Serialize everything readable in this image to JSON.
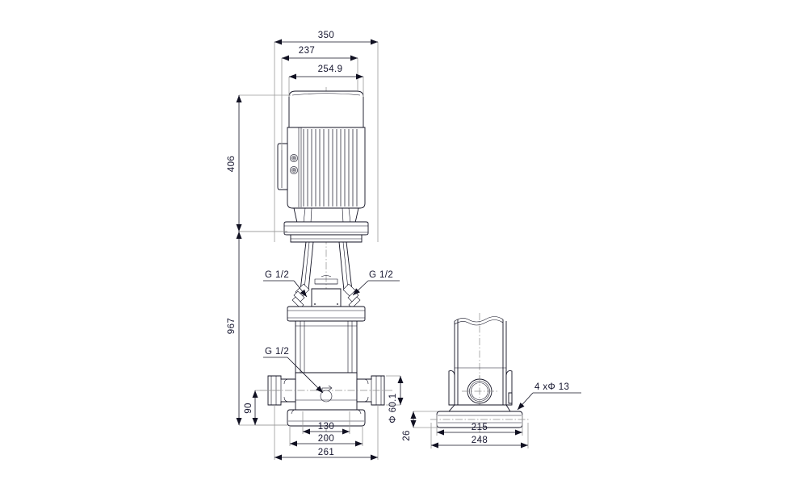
{
  "document": {
    "type": "engineering-dimensional-drawing",
    "subject": "Vertical multistage centrifugal pump",
    "background_color": "#ffffff",
    "line_color": "#111122",
    "text_color": "#15152e",
    "extension_line_color": "#9a9a9a",
    "centerline_color": "#8d8d8d"
  },
  "views": {
    "front": {
      "name": "front-elevation-view",
      "description": "Front elevation of vertical multistage pump with motor, motor stool, chamber stack and base"
    },
    "side": {
      "name": "side-elevation-view",
      "description": "Side elevation of pump base and lower chamber with flange port"
    }
  },
  "dimensions": {
    "front_top": [
      {
        "id": "d350",
        "label": "350",
        "orientation": "horizontal"
      },
      {
        "id": "d237",
        "label": "237",
        "orientation": "horizontal"
      },
      {
        "id": "d254_9",
        "label": "254.9",
        "orientation": "horizontal"
      }
    ],
    "front_vertical": [
      {
        "id": "d406",
        "label": "406",
        "orientation": "vertical"
      },
      {
        "id": "d967",
        "label": "967",
        "orientation": "vertical"
      },
      {
        "id": "d90",
        "label": "90",
        "orientation": "vertical"
      },
      {
        "id": "d60_1",
        "label": "Φ 60.1",
        "orientation": "vertical"
      }
    ],
    "front_bottom": [
      {
        "id": "d130",
        "label": "130",
        "orientation": "horizontal"
      },
      {
        "id": "d200",
        "label": "200",
        "orientation": "horizontal"
      },
      {
        "id": "d261",
        "label": "261",
        "orientation": "horizontal"
      }
    ],
    "side_dims": [
      {
        "id": "d215",
        "label": "215",
        "orientation": "horizontal"
      },
      {
        "id": "d248",
        "label": "248",
        "orientation": "horizontal"
      },
      {
        "id": "d26",
        "label": "26",
        "orientation": "vertical"
      }
    ]
  },
  "callouts": [
    {
      "id": "g12-left",
      "label": "G 1/2",
      "target": "left air vent / gauge port"
    },
    {
      "id": "g12-right",
      "label": "G 1/2",
      "target": "right air vent / gauge port"
    },
    {
      "id": "g12-drain",
      "label": "G 1/2",
      "target": "drain plug on pump base"
    },
    {
      "id": "holes",
      "label": "4 xΦ 13",
      "target": "four base mounting holes"
    }
  ]
}
